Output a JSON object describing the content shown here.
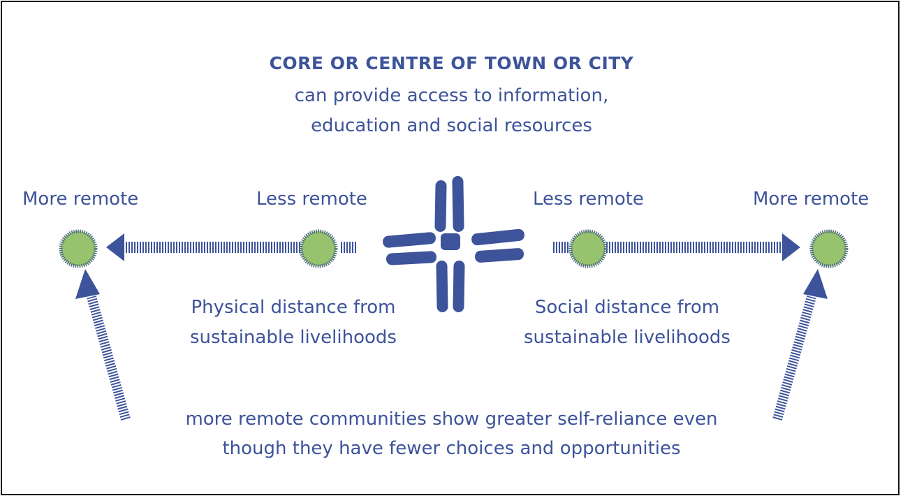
{
  "title": "CORE OR CENTRE OF TOWN OR CITY",
  "subtitle_line1": "can provide access to information,",
  "subtitle_line2": "education and social resources",
  "labels": {
    "left_more_remote": "More remote",
    "left_less_remote": "Less remote",
    "right_less_remote": "Less remote",
    "right_more_remote": "More remote"
  },
  "physical_distance": {
    "line1": "Physical distance from",
    "line2": "sustainable livelihoods"
  },
  "social_distance": {
    "line1": "Social distance from",
    "line2": "sustainable livelihoods"
  },
  "bottom_note": {
    "line1": "more remote communities show greater self-reliance even",
    "line2": "though they have fewer choices and opportunities"
  },
  "colors": {
    "text": "#3d539a",
    "arrow": "#3d539a",
    "node_fill": "#97c26e",
    "node_ring": "#4d6a86",
    "frame": "#111111"
  }
}
